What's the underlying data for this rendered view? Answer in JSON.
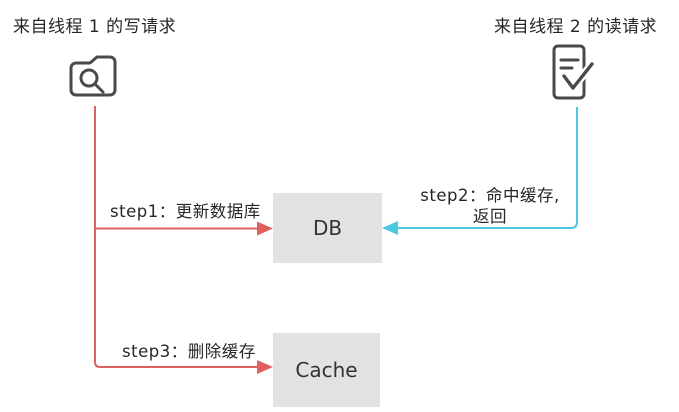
{
  "diagram": {
    "threads": {
      "thread1_label": "来自线程 1 的写请求",
      "thread2_label": "来自线程 2 的读请求"
    },
    "nodes": {
      "db_label": "DB",
      "cache_label": "Cache"
    },
    "steps": {
      "step1": "step1：更新数据库",
      "step2_line1": "step2：命中缓存,",
      "step2_line2": "返回",
      "step3": "step3：删除缓存"
    },
    "icons": {
      "thread1": "folder-search-icon",
      "thread2": "document-check-icon"
    },
    "colors": {
      "write_arrow": "#e06060",
      "read_arrow": "#4cc8e0",
      "node_fill": "#e2e2e2",
      "text": "#262626",
      "icon_stroke": "#4a4a4a",
      "background": "#ffffff"
    }
  }
}
